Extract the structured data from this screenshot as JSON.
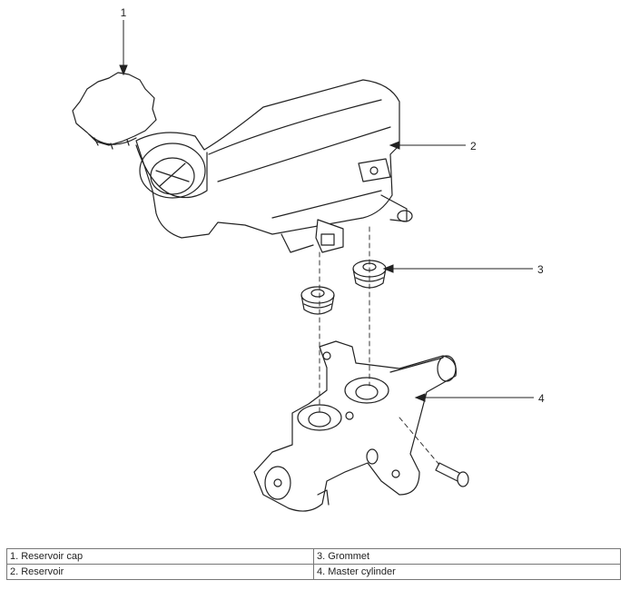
{
  "callouts": {
    "c1": "1",
    "c2": "2",
    "c3": "3",
    "c4": "4"
  },
  "legend": {
    "rows": [
      [
        "1. Reservoir cap",
        "3. Grommet"
      ],
      [
        "2. Reservoir",
        "4. Master cylinder"
      ]
    ]
  }
}
